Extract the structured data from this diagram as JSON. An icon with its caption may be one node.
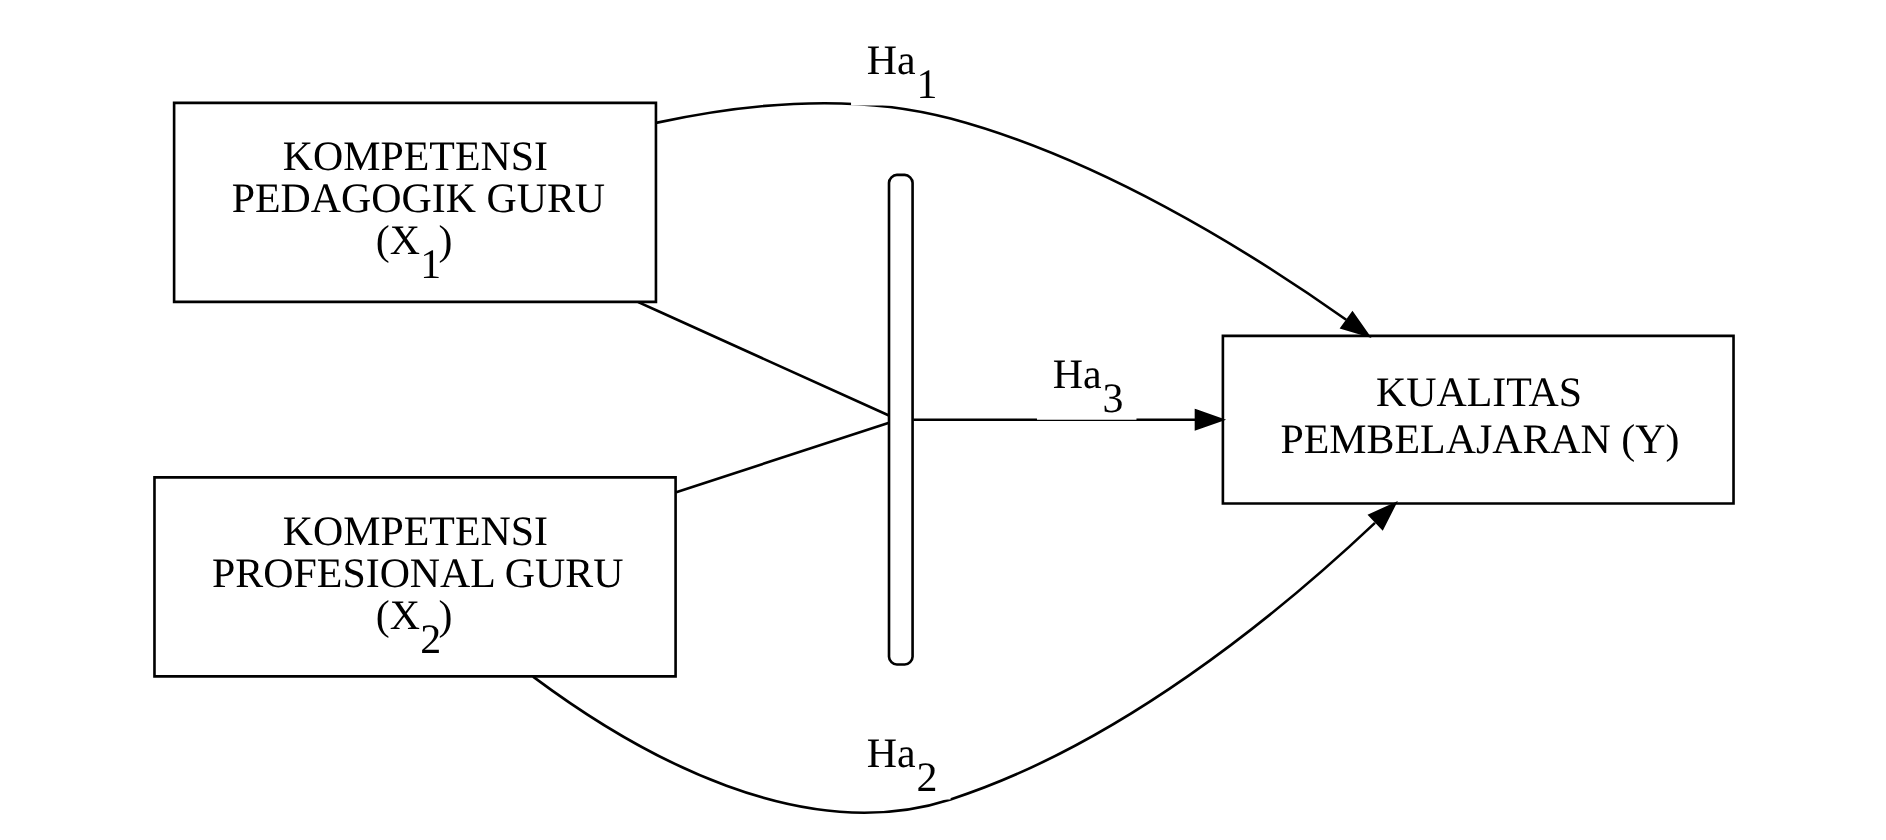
{
  "diagram": {
    "nodes": [
      {
        "text": [
          "KOMPETENSI PEDAGOGIK GURU (X$_{1}$)"
        ]
      },
      {
        "text": [
          "KOMPETENSI PROFESIONAL GURU (X$_{2}$)"
        ]
      },
      {
        "text": [
          "KUALITAS PEMBELAJARAN (Y)"
        ]
      },
      {
        "text": [],
        "shape": "brace"
      }
    ],
    "edges": [
      {
        "from": 0,
        "to": 2,
        "arrow": "to",
        "label": "Ha$_{1}$"
      },
      {
        "from": 0,
        "to": 3,
        "arrow": "none"
      },
      {
        "from": 1,
        "to": 3,
        "arrow": "none"
      },
      {
        "from": 3,
        "to": 2,
        "arrow": "to",
        "label": "Ha$_{3}$"
      },
      {
        "from": 1,
        "to": 2,
        "arrow": "to",
        "label": "Ha$_{2}$"
      }
    ]
  }
}
